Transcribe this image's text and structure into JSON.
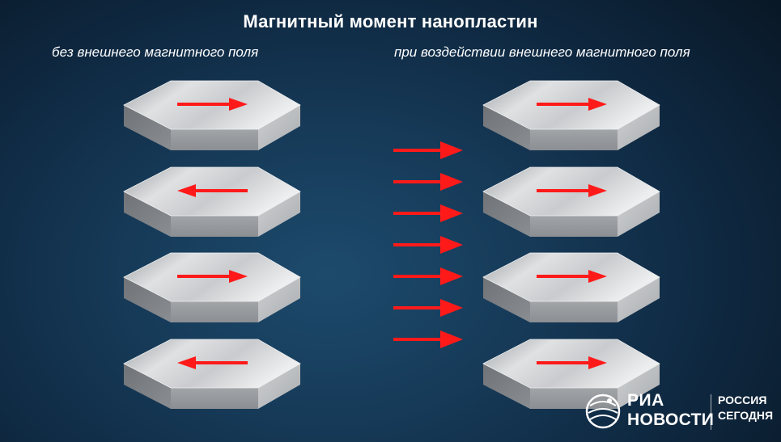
{
  "title": "Магнитный момент нанопластин",
  "left_label": "без внешнего магнитного поля",
  "right_label": "при воздействии внешнего магнитного поля",
  "left_plates_moments": [
    "right",
    "left",
    "right",
    "left"
  ],
  "right_plates_moments": [
    "right",
    "right",
    "right",
    "right"
  ],
  "field_arrow_direction": "right",
  "field_arrow_count": 7,
  "colors": {
    "moment_arrow": "#ff1a1a",
    "field_arrow": "#ff1a1a",
    "plate": "#b9bcbf",
    "text": "#ffffff"
  },
  "logo": {
    "line1": "РИА",
    "line2": "НОВОСТИ",
    "side1": "РОССИЯ",
    "side2": "СЕГОДНЯ",
    "icon": "globe-icon"
  }
}
